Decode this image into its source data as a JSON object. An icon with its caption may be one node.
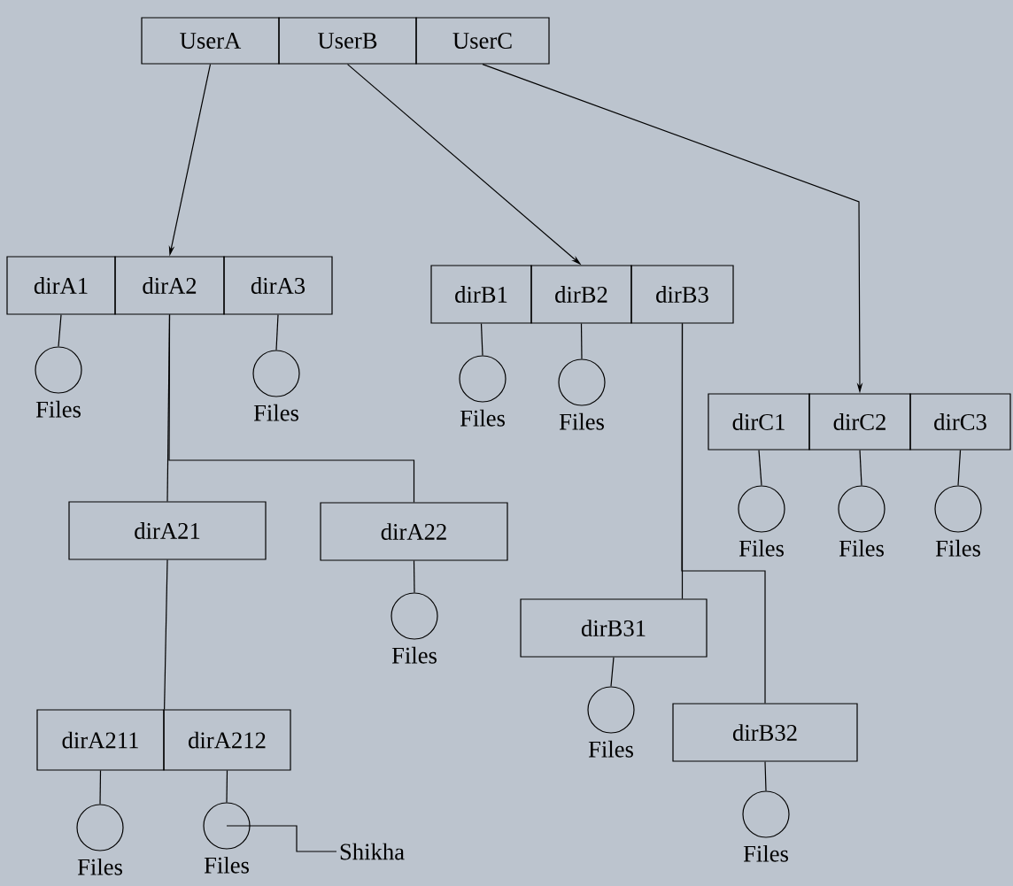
{
  "diagram": {
    "nodes": [
      {
        "text": [
          "UserA"
        ]
      },
      {
        "text": [
          "UserB"
        ]
      },
      {
        "text": [
          "UserC"
        ]
      },
      {
        "text": [
          "dirA1"
        ]
      },
      {
        "text": [
          "dirA2"
        ]
      },
      {
        "text": [
          "dirA3"
        ]
      },
      {
        "text": [
          "dirB1"
        ]
      },
      {
        "text": [
          "dirB2"
        ]
      },
      {
        "text": [
          "dirB3"
        ]
      },
      {
        "text": [],
        "shape": "circle",
        "beside": [
          "Files"
        ]
      },
      {
        "text": [],
        "shape": "circle",
        "beside": [
          "Files"
        ]
      },
      {
        "text": [],
        "shape": "circle",
        "beside": [
          "Files"
        ]
      },
      {
        "text": [],
        "shape": "circle",
        "beside": [
          "Files"
        ]
      },
      {
        "text": [
          "dirC1"
        ]
      },
      {
        "text": [
          "dirC2"
        ]
      },
      {
        "text": [
          "dirC3"
        ]
      },
      {
        "text": [],
        "shape": "circle",
        "beside": [
          "Files"
        ]
      },
      {
        "text": [],
        "shape": "circle",
        "beside": [
          "Files"
        ]
      },
      {
        "text": [],
        "shape": "circle",
        "beside": [
          "Files"
        ]
      },
      {
        "text": [
          "dirA21"
        ]
      },
      {
        "text": [
          "dirA22"
        ]
      },
      {
        "text": [],
        "shape": "circle",
        "beside": [
          "Files"
        ]
      },
      {
        "text": [
          "dirB31"
        ]
      },
      {
        "text": [],
        "shape": "circle",
        "beside": [
          "Files"
        ]
      },
      {
        "text": [
          "dirB32"
        ]
      },
      {
        "text": [
          "dirA211"
        ]
      },
      {
        "text": [
          "dirA212"
        ]
      },
      {
        "text": [],
        "shape": "circle",
        "beside": [
          "Files"
        ]
      },
      {
        "text": [],
        "shape": "circle",
        "beside": [
          "Files"
        ]
      },
      {
        "text": [
          "Shikha"
        ]
      },
      {
        "text": [],
        "shape": "circle",
        "beside": [
          "Files"
        ]
      }
    ],
    "edges": [
      {
        "from": 0,
        "to": 4,
        "arrow": "to"
      },
      {
        "from": 1,
        "to": 7,
        "arrow": "to"
      },
      {
        "from": 2,
        "to": 14,
        "arrow": "to"
      },
      {
        "from": 3,
        "to": 9,
        "arrow": "none"
      },
      {
        "from": 5,
        "to": 10,
        "arrow": "none"
      },
      {
        "from": 6,
        "to": 11,
        "arrow": "none"
      },
      {
        "from": 7,
        "to": 12,
        "arrow": "none"
      },
      {
        "from": 13,
        "to": 16,
        "arrow": "none"
      },
      {
        "from": 14,
        "to": 17,
        "arrow": "none"
      },
      {
        "from": 15,
        "to": 18,
        "arrow": "none"
      },
      {
        "from": 4,
        "to": 19,
        "arrow": "none"
      },
      {
        "from": 4,
        "to": 20,
        "arrow": "none"
      },
      {
        "from": 20,
        "to": 21,
        "arrow": "none"
      },
      {
        "from": 19,
        "to": 25,
        "arrow": "none"
      },
      {
        "from": 25,
        "to": 27,
        "arrow": "none"
      },
      {
        "from": 26,
        "to": 28,
        "arrow": "none"
      },
      {
        "from": 8,
        "to": 22,
        "arrow": "none"
      },
      {
        "from": 8,
        "to": 24,
        "arrow": "none"
      },
      {
        "from": 22,
        "to": 23,
        "arrow": "none"
      },
      {
        "from": 24,
        "to": 30,
        "arrow": "none"
      },
      {
        "from": 29,
        "to": 28,
        "arrow": "none"
      }
    ]
  }
}
